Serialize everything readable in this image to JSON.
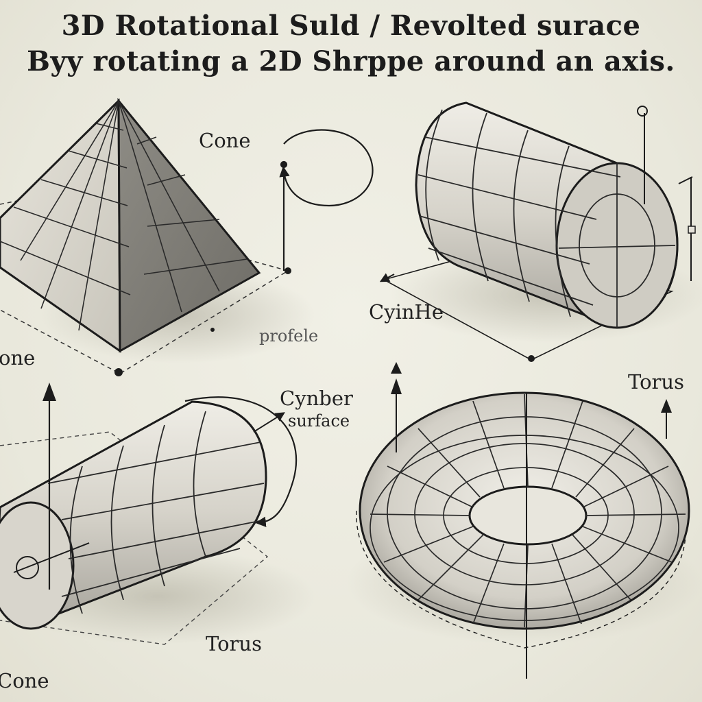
{
  "title": {
    "line1": "3D Rotational Suld / Revolted surace",
    "line2": "Byy rotating a 2D Shrppe  around an axis."
  },
  "labels": {
    "cone_top": "Cone",
    "cone_left": "one",
    "profile": "profele",
    "cylinder_top": "CyinHe",
    "cylinder_surface_1": "Cynber",
    "cylinder_surface_2": "surface",
    "torus_right": "Torus",
    "torus_bottom": "Torus",
    "cone_bottom": "Cone"
  },
  "colors": {
    "background": "#ecebe0",
    "ink": "#1c1c1c",
    "surface_light": "#dcd9cf",
    "surface_dark": "#8c8a83"
  }
}
